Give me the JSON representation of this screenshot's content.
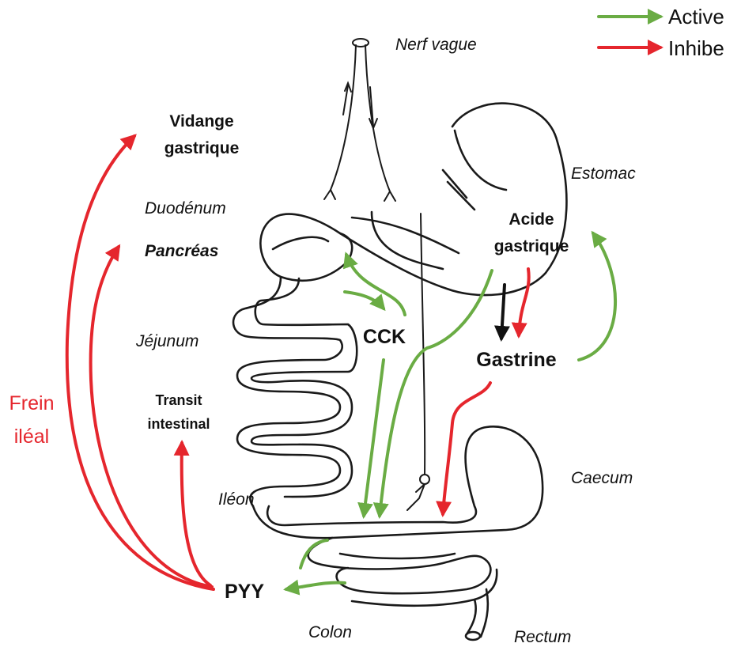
{
  "legend": {
    "active": "Active",
    "inhibe": "Inhibe",
    "colors": {
      "active": "#6aac44",
      "inhibe": "#e5262d"
    }
  },
  "labels": {
    "nerf_vague": "Nerf vague",
    "estomac": "Estomac",
    "duodenum": "Duodénum",
    "pancreas": "Pancréas",
    "jejunum": "Jéjunum",
    "ileon": "Iléon",
    "caecum": "Caecum",
    "colon": "Colon",
    "rectum": "Rectum"
  },
  "hormones": {
    "cck": "CCK",
    "gastrine": "Gastrine",
    "pyy": "PYY",
    "acide_line1": "Acide",
    "acide_line2": "gastrique"
  },
  "effects": {
    "vidange_line1": "Vidange",
    "vidange_line2": "gastrique",
    "transit_line1": "Transit",
    "transit_line2": "intestinal",
    "frein_line1": "Frein",
    "frein_line2": "iléal"
  }
}
